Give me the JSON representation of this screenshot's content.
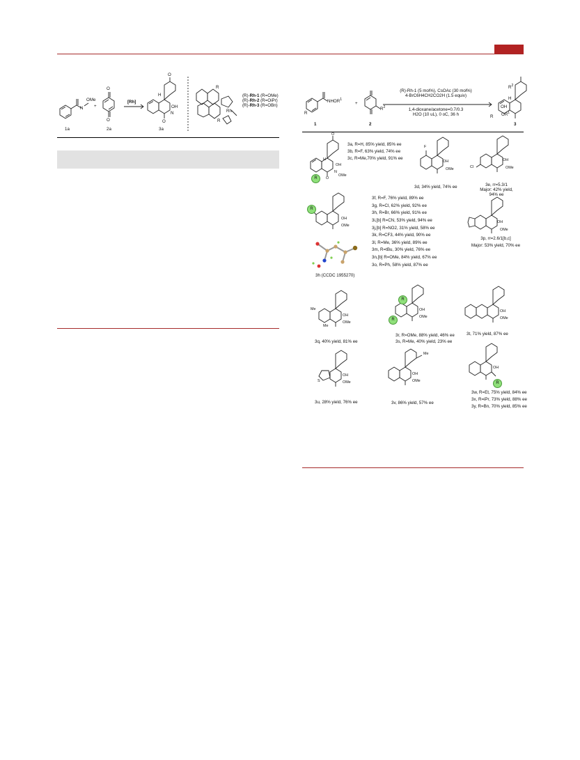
{
  "left_scheme": {
    "labels": [
      "1a",
      "2a",
      "3a"
    ],
    "atoms": {
      "ome": "OMe",
      "h": "H",
      "nh": "N",
      "plus": "+",
      "o": "O",
      "oh": "OH",
      "n": "N",
      "r": "R",
      "rh": "Rh"
    },
    "arrow_label": "[Rh]",
    "catalysts": [
      {
        "prefix": "(R)-",
        "name": "Rh-1",
        "suffix": " (R=OMe)"
      },
      {
        "prefix": "(R)-",
        "name": "Rh-2",
        "suffix": " (R=OiPr)"
      },
      {
        "prefix": "(R)-",
        "name": "Rh-3",
        "suffix": " (R=OBn)"
      }
    ]
  },
  "right_scheme": {
    "reagents": {
      "amide": "NHOR",
      "amide_sup": "1",
      "plus": "+",
      "r": "R",
      "r2": "R",
      "r2_sup": "2",
      "or1": "OR",
      "or1_sup": "1",
      "oh": "OH",
      "h": "H"
    },
    "conditions": [
      "(R)-Rh-1 (5 mol%), CsOAc (30 mol%)",
      "4-BrC6H4CH2CO2H (1.5 equiv)",
      "1,4-dioxane/acetone=0.7/0.3",
      "H2O (10 uL), 0 oC, 36 h"
    ],
    "labels": [
      "1",
      "2",
      "3"
    ]
  },
  "products": {
    "abc": [
      "3a, R=H, 85% yield, 85% ee",
      "3b, R=F, 63% yield, 74% ee",
      "3c, R=Me,70% yield, 91% ee"
    ],
    "d": "3d, 34% yield, 74% ee",
    "e": [
      "3e, rr=5.3/1",
      "Major: 42% yield,",
      "94% ee"
    ],
    "f_to_o": [
      "3f, R=F, 76% yield, 89% ee",
      "3g, R=Cl, 62% yield, 92% ee",
      "3h, R=Br, 66% yield, 91% ee",
      "3i,[b] R=CN, 53% yield, 94% ee",
      "3j,[b] R=NO2, 31% yield, 58% ee",
      "3k, R=CF3, 44% yield, 90% ee",
      "3l, R=Me, 36% yield, 89% ee",
      "3m, R=tBu, 30% yield, 76% ee",
      "3n,[b] R=OMe, 84% yield, 67% ee",
      "3o, R=Ph, 58% yield, 87% ee"
    ],
    "h_xray": "3h (CCDC 1955270)",
    "p": [
      "3p, rr=2.6/1[b,c]",
      "Major: 53% yield, 70% ee"
    ],
    "q": "3q, 40% yield, 81% ee",
    "rs": [
      "3r, R=OMe, 88% yield, 46% ee",
      "3s, R=Me, 40% yield, 23% ee"
    ],
    "t": "3t, 71% yield, 87% ee",
    "u": "3u, 28% yield, 76% ee",
    "v": "3v, 86% yield, 57% ee",
    "wxy": [
      "3w, R=Et, 75% yield, 84% ee",
      "3x,  R=iPr, 73% yield, 88% ee",
      "3y,  R=Bn, 70% yield, 85% ee"
    ],
    "atoms": {
      "o": "O",
      "oh": "OH",
      "n": "N",
      "ome": "OMe",
      "me": "Me",
      "f": "F",
      "cl": "Cl",
      "h": "H",
      "r": "R",
      "s": "S"
    }
  },
  "colors": {
    "accent": "#a52a2a",
    "badge": "#8fe07a"
  }
}
